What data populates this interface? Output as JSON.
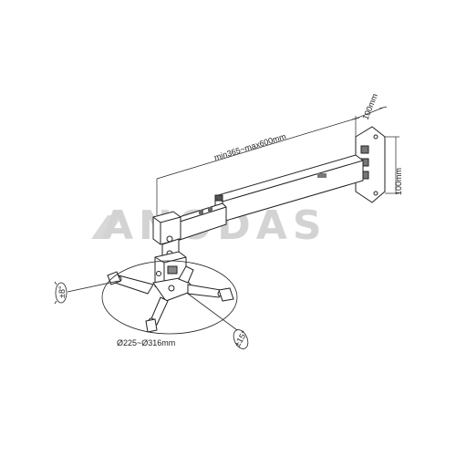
{
  "watermark": {
    "text": "ANODAS"
  },
  "dimensions": {
    "arm_length": "min365~max600mm",
    "plate_width": "100mm",
    "plate_height": "100mm",
    "mount_diameter": "Ø225~Ø316mm",
    "tilt_angle": "±8°",
    "swivel_angle": "±15°"
  },
  "colors": {
    "line": "#222222",
    "watermark": "#d3d3d3",
    "background": "#ffffff"
  }
}
